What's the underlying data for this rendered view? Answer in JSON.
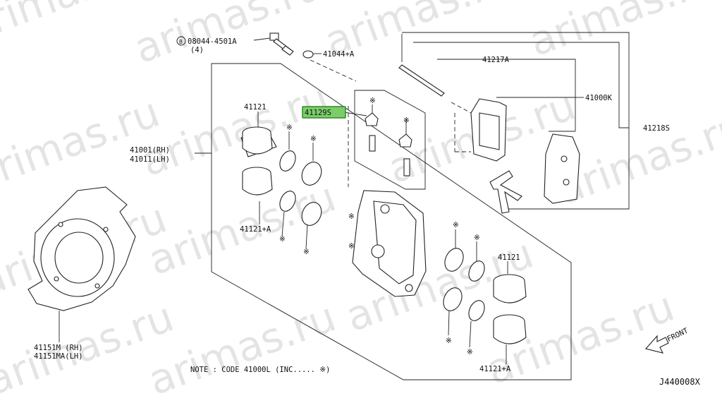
{
  "watermark": "arimas.ru",
  "highlight_color": "#7ccd6a",
  "labels": {
    "bolt": "08044-4501A",
    "bolt_circle": "B",
    "bolt_qty": "(4)",
    "washer": "41044+A",
    "pin": "41217A",
    "pad_kit": "41000K",
    "hardware_kit": "41218S",
    "piston_top": "41121",
    "bleeder": "41129S",
    "caliper_rh": "41001(RH)",
    "caliper_lh": "41011(LH)",
    "piston_seal_kit": "41121+A",
    "piston_right": "41121",
    "piston_seal_kit_right": "41121+A",
    "shield_rh": "41151M (RH)",
    "shield_lh": "41151MA(LH)",
    "front": "FRONT",
    "note": "NOTE : CODE 41000L (INC..... ※)",
    "diagram_id": "J440008X",
    "asterisk": "※"
  }
}
